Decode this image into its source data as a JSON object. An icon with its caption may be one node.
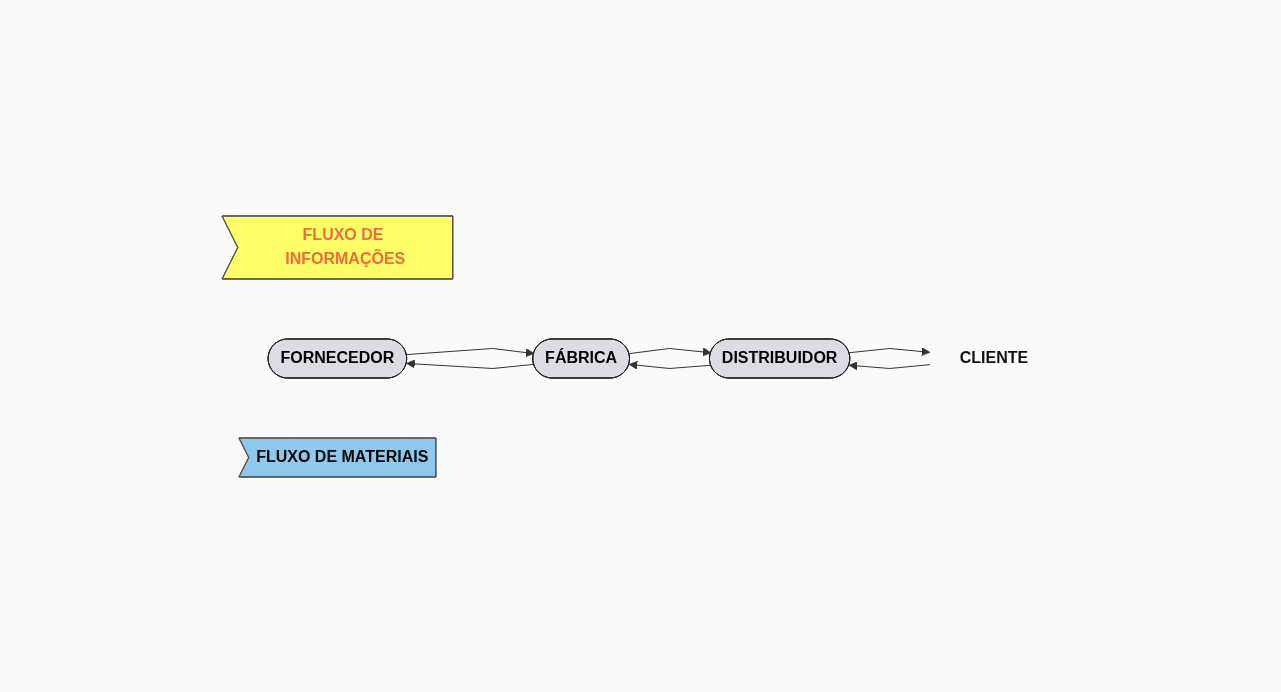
{
  "diagram": {
    "nodes": [
      {
        "text": [
          "FLUXO DE INFORMAÇÕES"
        ]
      },
      {
        "text": [
          "FORNECEDOR"
        ]
      },
      {
        "text": [
          "FÁBRICA"
        ]
      },
      {
        "text": [
          "DISTRIBUIDOR"
        ]
      },
      {
        "text": [
          "FLUXO DE MATERIAIS"
        ]
      },
      {
        "text": [
          "CLIENTE"
        ]
      }
    ],
    "edges": [
      {
        "from": 2,
        "to": 1,
        "arrow": "to"
      },
      {
        "from": 3,
        "to": 2,
        "arrow": "to"
      },
      {
        "from": 1,
        "to": 2,
        "arrow": "to"
      },
      {
        "from": 2,
        "to": 3,
        "arrow": "to"
      },
      {
        "from": 3,
        "to": 5,
        "arrow": "to"
      },
      {
        "from": 5,
        "to": 3,
        "arrow": "to"
      }
    ]
  }
}
